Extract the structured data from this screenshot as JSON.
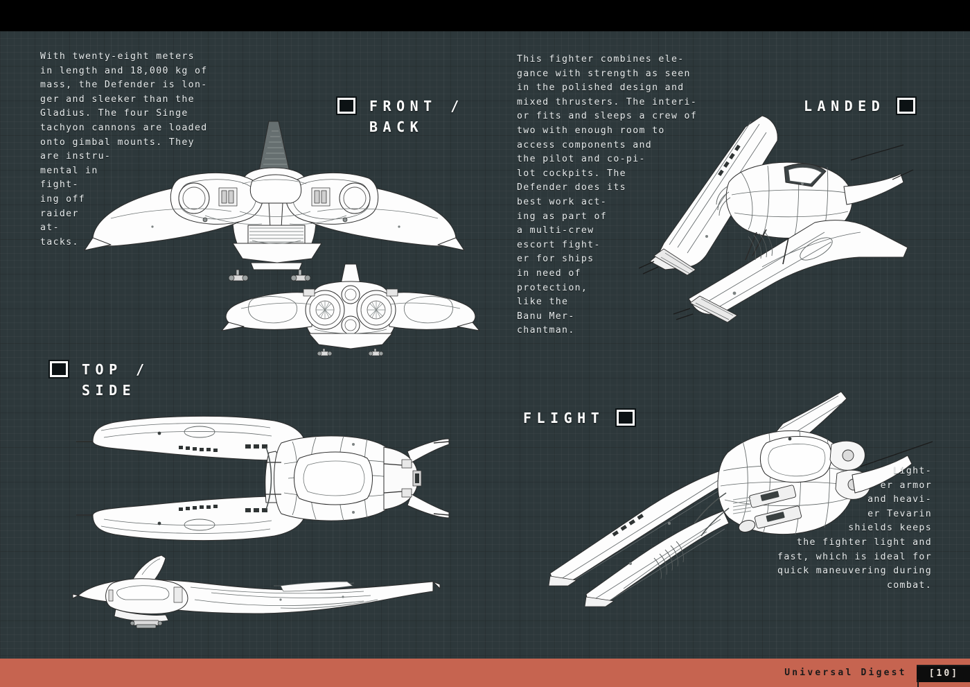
{
  "page": {
    "background_color": "#2d383b",
    "band_color": "#000000",
    "footer_color": "#c66450",
    "ink_color": "#e8eced"
  },
  "footer": {
    "publication": "Universal Digest",
    "page_number": "[10]"
  },
  "columns": {
    "left_intro": "With twenty-eight meters\nin length and 18,000 kg of\nmass, the Defender is lon-\nger and sleeker than the\nGladius.  The four Singe\ntachyon cannons are loaded\nonto gimbal mounts. They\nare instru-\nmental in\nfight-\ning off\nraider\nat-\ntacks.",
    "right_intro": "This fighter combines ele-\ngance with strength as seen\nin the polished design and\nmixed thrusters. The interi-\nor fits and sleeps a crew of\ntwo with enough room to\naccess components and\nthe pilot and co-pi-\nlot cockpits. The\nDefender does its\nbest work act-\ning as part of\na multi-crew\nescort fight-\ner for ships\nin need of\nprotection,\nlike the\nBanu Mer-\nchantman.",
    "flight_caption": "Light-\ner armor\nand heavi-\ner Tevarin\nshields keeps\nthe fighter light and\nfast, which is ideal for\nquick maneuvering during\ncombat."
  },
  "sections": [
    {
      "id": "front-back",
      "label": "FRONT /\nBACK",
      "marker_side": "left",
      "align": "left"
    },
    {
      "id": "landed",
      "label": "LANDED",
      "marker_side": "right",
      "align": "right"
    },
    {
      "id": "top-side",
      "label": "TOP /\nSIDE",
      "marker_side": "left",
      "align": "left"
    },
    {
      "id": "flight",
      "label": "FLIGHT",
      "marker_side": "right",
      "align": "right"
    }
  ],
  "illustrations": [
    {
      "id": "front-view",
      "caption_key": "front-back",
      "view": "front orthographic"
    },
    {
      "id": "back-view",
      "caption_key": "front-back",
      "view": "rear orthographic"
    },
    {
      "id": "top-view",
      "caption_key": "top-side",
      "view": "top orthographic"
    },
    {
      "id": "side-view",
      "caption_key": "top-side",
      "view": "side orthographic"
    },
    {
      "id": "landed-view",
      "caption_key": "landed",
      "view": "three-quarter landed"
    },
    {
      "id": "flight-view",
      "caption_key": "flight",
      "view": "three-quarter in flight"
    }
  ]
}
